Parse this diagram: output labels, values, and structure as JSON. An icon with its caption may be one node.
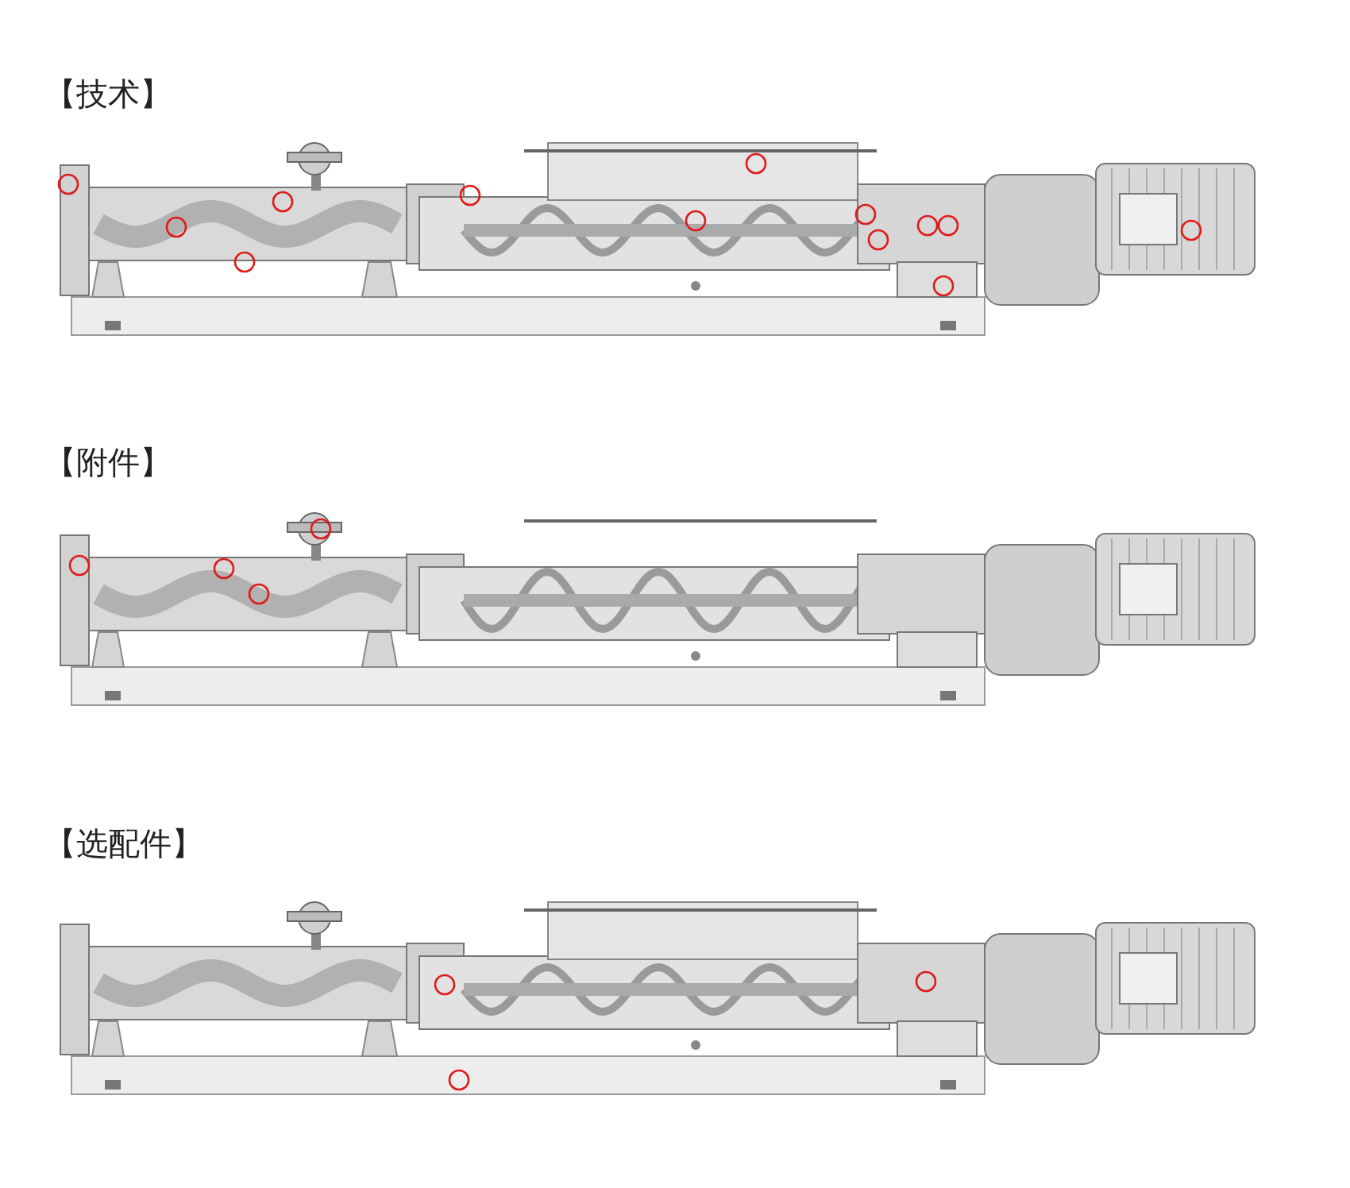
{
  "diagram": {
    "labels": [
      "【技术】",
      "【附件】",
      "【选配件】"
    ]
  }
}
